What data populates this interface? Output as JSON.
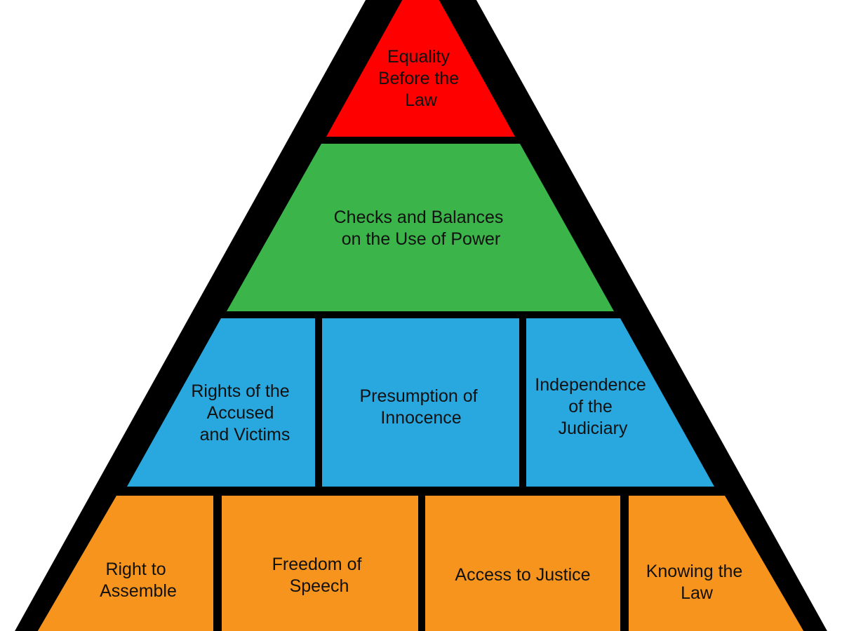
{
  "colors": {
    "outline": "#000000",
    "tier_top": "#fe0000",
    "tier_second": "#3bb54a",
    "tier_third": "#29a8e0",
    "tier_base": "#f7941d"
  },
  "tiers": [
    {
      "name": "top",
      "blocks": [
        {
          "lines": [
            "Equality",
            "Before the",
            "Law"
          ]
        }
      ]
    },
    {
      "name": "second",
      "blocks": [
        {
          "lines": [
            "Checks and Balances",
            "on the Use of Power"
          ]
        }
      ]
    },
    {
      "name": "third",
      "blocks": [
        {
          "lines": [
            "Rights of the",
            "Accused",
            "and Victims"
          ]
        },
        {
          "lines": [
            "Presumption of",
            "Innocence"
          ]
        },
        {
          "lines": [
            "Independence",
            "of the",
            "Judiciary"
          ]
        }
      ]
    },
    {
      "name": "base",
      "blocks": [
        {
          "lines": [
            "Right to",
            "Assemble"
          ]
        },
        {
          "lines": [
            "Freedom of",
            "Speech"
          ]
        },
        {
          "lines": [
            "Access to Justice"
          ]
        },
        {
          "lines": [
            "Knowing the",
            "Law"
          ]
        }
      ]
    }
  ]
}
